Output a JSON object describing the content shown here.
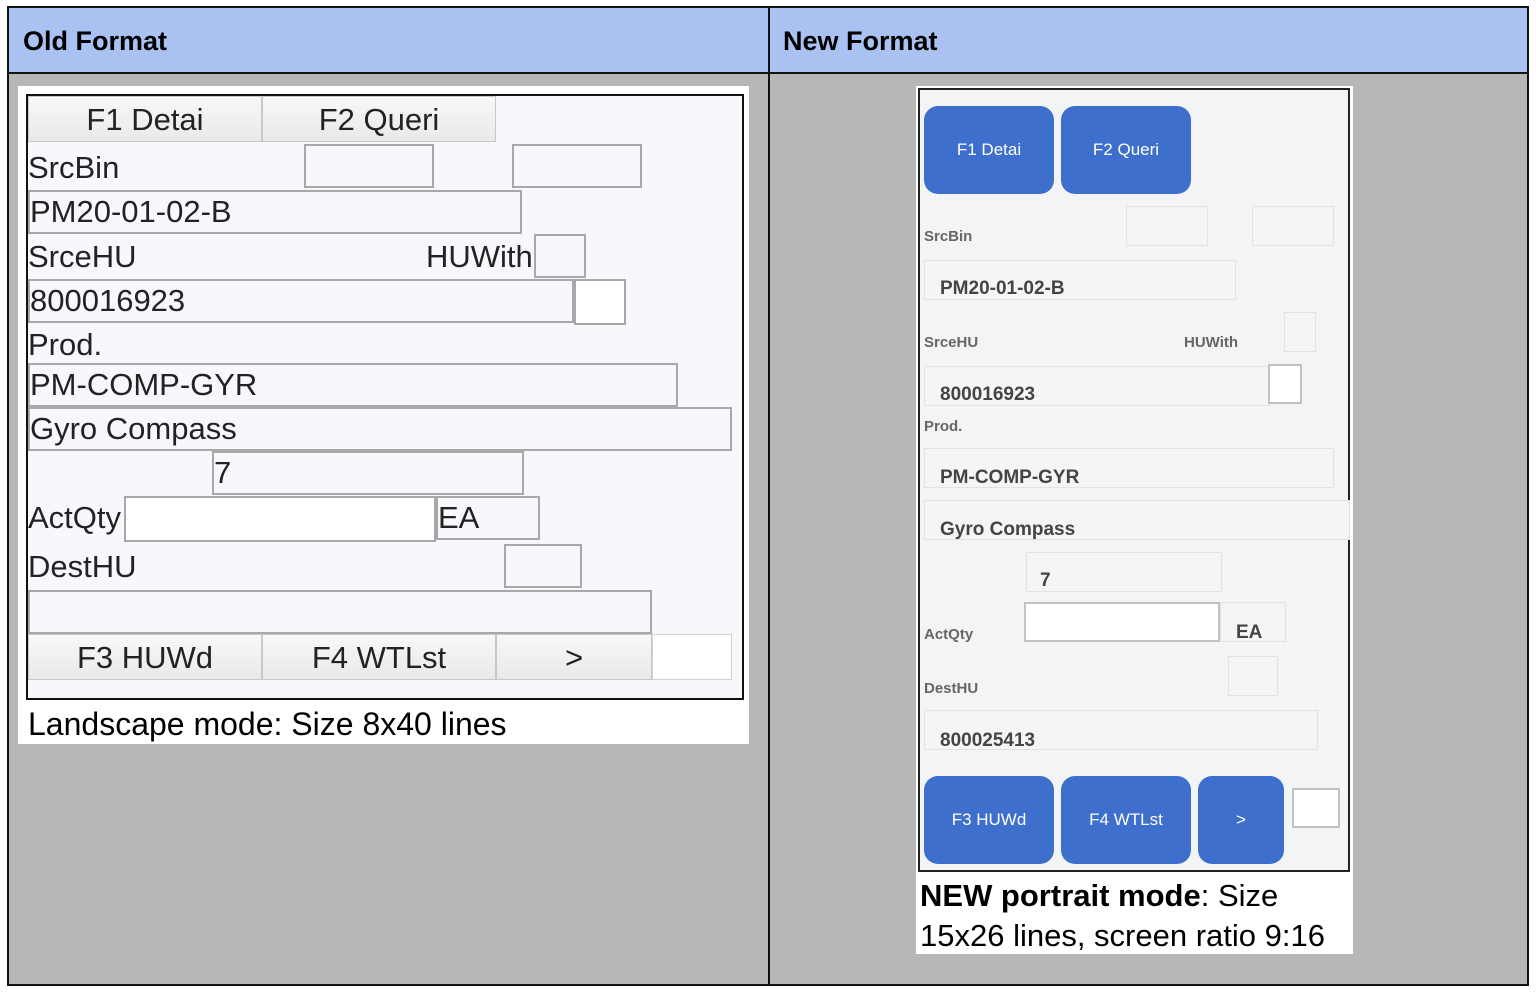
{
  "headers": {
    "old": "Old Format",
    "new": "New Format"
  },
  "old_screen": {
    "buttons_top": [
      "F1 Detai",
      "F2 Queri"
    ],
    "labels": {
      "src_bin": "SrcBin",
      "srce_hu": "SrceHU",
      "hu_with": "HUWith",
      "prod": "Prod.",
      "act_qty": "ActQty",
      "dest_hu": "DestHU"
    },
    "values": {
      "src_bin": "PM20-01-02-B",
      "srce_hu": "800016923",
      "product": "PM-COMP-GYR",
      "description": "Gyro Compass",
      "qty": "7",
      "act_qty": "",
      "uom": "EA",
      "dest_hu": ""
    },
    "buttons_bottom": [
      "F3 HUWd",
      "F4 WTLst",
      ">"
    ],
    "caption": "Landscape mode: Size 8x40 lines"
  },
  "new_screen": {
    "buttons_top": [
      "F1 Detai",
      "F2 Queri"
    ],
    "labels": {
      "src_bin": "SrcBin",
      "srce_hu": "SrceHU",
      "hu_with": "HUWith",
      "prod": "Prod.",
      "act_qty": "ActQty",
      "dest_hu": "DestHU"
    },
    "values": {
      "src_bin": "PM20-01-02-B",
      "srce_hu": "800016923",
      "product": "PM-COMP-GYR",
      "description": "Gyro Compass",
      "qty": "7",
      "act_qty": "",
      "uom": "EA",
      "dest_hu": "800025413"
    },
    "buttons_bottom": [
      "F3 HUWd",
      "F4 WTLst",
      ">"
    ],
    "caption_bold": "NEW portrait mode",
    "caption_rest": ": Size 15x26 lines, screen ratio 9:16"
  },
  "colors": {
    "header_bg": "#a9c2f2",
    "button_blue": "#3f6fcc",
    "cell_bg": "#b7b7b7"
  }
}
